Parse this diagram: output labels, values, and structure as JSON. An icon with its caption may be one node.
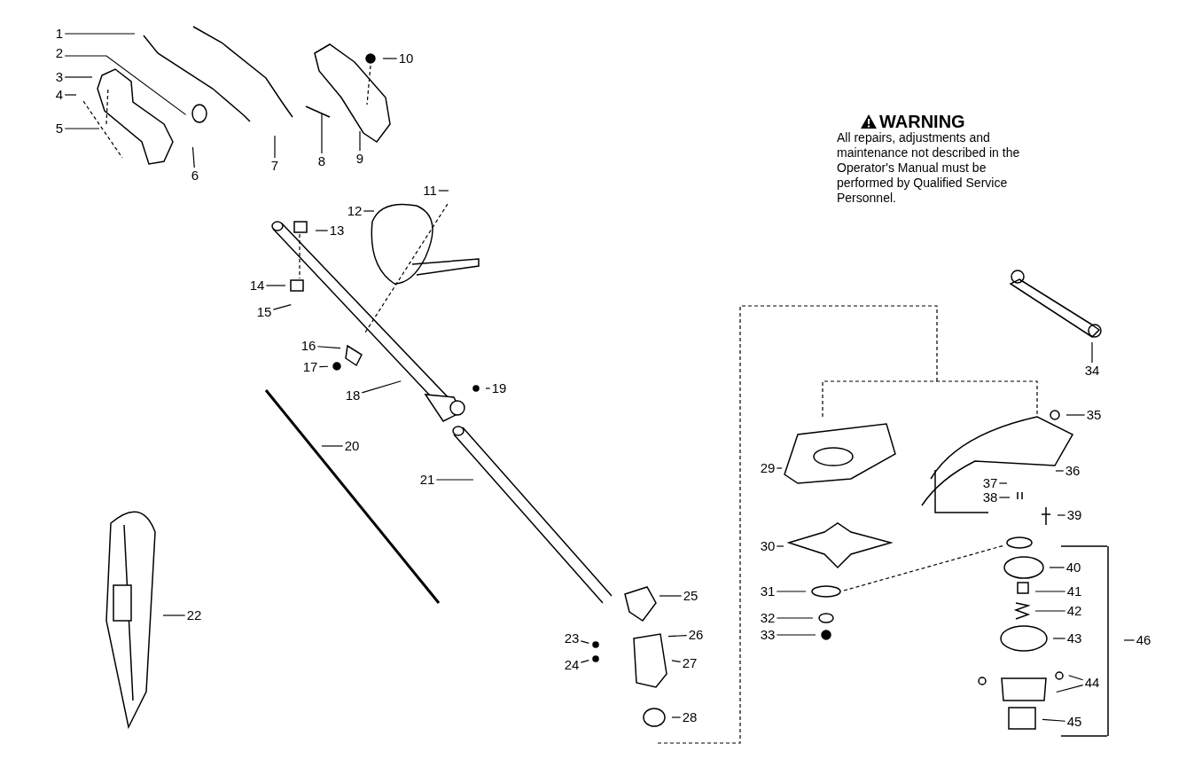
{
  "diagram": {
    "nodes": [
      {
        "text": [
          "1"
        ]
      },
      {
        "text": [
          "2"
        ]
      },
      {
        "text": [
          "3"
        ]
      },
      {
        "text": [
          "4"
        ]
      },
      {
        "text": [
          "5"
        ]
      },
      {
        "text": [
          "6"
        ]
      },
      {
        "text": [
          "7"
        ]
      },
      {
        "text": [
          "8"
        ]
      },
      {
        "text": [
          "9"
        ]
      },
      {
        "text": [
          "10"
        ]
      },
      {
        "text": [
          "11"
        ]
      },
      {
        "text": [
          "12"
        ]
      },
      {
        "text": [
          "13"
        ]
      },
      {
        "text": [
          "14"
        ]
      },
      {
        "text": [
          "15"
        ]
      },
      {
        "text": [
          "16"
        ]
      },
      {
        "text": [
          "17"
        ]
      },
      {
        "text": [
          "18"
        ]
      },
      {
        "text": [
          "19"
        ]
      },
      {
        "text": [
          "20"
        ]
      },
      {
        "text": [
          "21"
        ]
      },
      {
        "text": [
          "22"
        ]
      },
      {
        "text": [
          "23"
        ]
      },
      {
        "text": [
          "24"
        ]
      },
      {
        "text": [
          "25"
        ]
      },
      {
        "text": [
          "26"
        ]
      },
      {
        "text": [
          "27"
        ]
      },
      {
        "text": [
          "28"
        ]
      },
      {
        "text": [
          "29"
        ]
      },
      {
        "text": [
          "30"
        ]
      },
      {
        "text": [
          "31"
        ]
      },
      {
        "text": [
          "32"
        ]
      },
      {
        "text": [
          "33"
        ]
      },
      {
        "text": [
          "34"
        ]
      },
      {
        "text": [
          "35"
        ]
      },
      {
        "text": [
          "36"
        ]
      },
      {
        "text": [
          "37"
        ]
      },
      {
        "text": [
          "38"
        ]
      },
      {
        "text": [
          "39"
        ]
      },
      {
        "text": [
          "40"
        ]
      },
      {
        "text": [
          "41"
        ]
      },
      {
        "text": [
          "42"
        ]
      },
      {
        "text": [
          "43"
        ]
      },
      {
        "text": [
          "44"
        ]
      },
      {
        "text": [
          "45"
        ]
      },
      {
        "text": [
          "46"
        ]
      }
    ],
    "edges": [
      {
        "from": 0,
        "to": null,
        "arrow": "none"
      },
      {
        "from": 1,
        "to": null,
        "arrow": "none"
      },
      {
        "from": 2,
        "to": null,
        "arrow": "none"
      },
      {
        "from": 3,
        "to": null,
        "arrow": "none"
      },
      {
        "from": 4,
        "to": null,
        "arrow": "none"
      },
      {
        "from": 5,
        "to": null,
        "arrow": "none"
      },
      {
        "from": 6,
        "to": null,
        "arrow": "none"
      },
      {
        "from": 7,
        "to": null,
        "arrow": "none"
      },
      {
        "from": 8,
        "to": null,
        "arrow": "none"
      },
      {
        "from": 9,
        "to": null,
        "arrow": "none"
      },
      {
        "from": 10,
        "to": null,
        "arrow": "none"
      },
      {
        "from": 11,
        "to": null,
        "arrow": "none"
      },
      {
        "from": 12,
        "to": null,
        "arrow": "none"
      },
      {
        "from": 13,
        "to": null,
        "arrow": "none"
      },
      {
        "from": 14,
        "to": null,
        "arrow": "none"
      },
      {
        "from": 15,
        "to": null,
        "arrow": "none"
      },
      {
        "from": 16,
        "to": null,
        "arrow": "none"
      },
      {
        "from": 17,
        "to": null,
        "arrow": "none"
      },
      {
        "from": 18,
        "to": null,
        "arrow": "none"
      },
      {
        "from": 19,
        "to": null,
        "arrow": "none"
      },
      {
        "from": 20,
        "to": null,
        "arrow": "none"
      },
      {
        "from": 21,
        "to": null,
        "arrow": "none"
      },
      {
        "from": 22,
        "to": null,
        "arrow": "none"
      },
      {
        "from": 23,
        "to": null,
        "arrow": "none"
      },
      {
        "from": 24,
        "to": null,
        "arrow": "none"
      },
      {
        "from": 25,
        "to": null,
        "arrow": "none"
      },
      {
        "from": 26,
        "to": null,
        "arrow": "none"
      },
      {
        "from": 27,
        "to": null,
        "arrow": "none"
      },
      {
        "from": 28,
        "to": null,
        "arrow": "none"
      },
      {
        "from": 29,
        "to": null,
        "arrow": "none"
      },
      {
        "from": 30,
        "to": null,
        "arrow": "none"
      },
      {
        "from": 31,
        "to": null,
        "arrow": "none"
      },
      {
        "from": 32,
        "to": null,
        "arrow": "none"
      },
      {
        "from": 33,
        "to": null,
        "arrow": "none"
      },
      {
        "from": 34,
        "to": null,
        "arrow": "none"
      },
      {
        "from": 35,
        "to": null,
        "arrow": "none"
      },
      {
        "from": 36,
        "to": null,
        "arrow": "none"
      },
      {
        "from": 37,
        "to": null,
        "arrow": "none"
      },
      {
        "from": 38,
        "to": null,
        "arrow": "none"
      },
      {
        "from": 39,
        "to": null,
        "arrow": "none"
      },
      {
        "from": 40,
        "to": null,
        "arrow": "none"
      },
      {
        "from": 41,
        "to": null,
        "arrow": "none"
      },
      {
        "from": 42,
        "to": null,
        "arrow": "none"
      },
      {
        "from": 43,
        "to": null,
        "arrow": "none"
      },
      {
        "from": 43,
        "to": null,
        "arrow": "none"
      },
      {
        "from": 44,
        "to": null,
        "arrow": "none"
      },
      {
        "from": 45,
        "to": null,
        "arrow": "none"
      }
    ],
    "labels": [
      "WARNING",
      "All repairs, adjustments and maintenance not described in the Operator's Manual must be performed by Qualified Service Personnel."
    ]
  }
}
